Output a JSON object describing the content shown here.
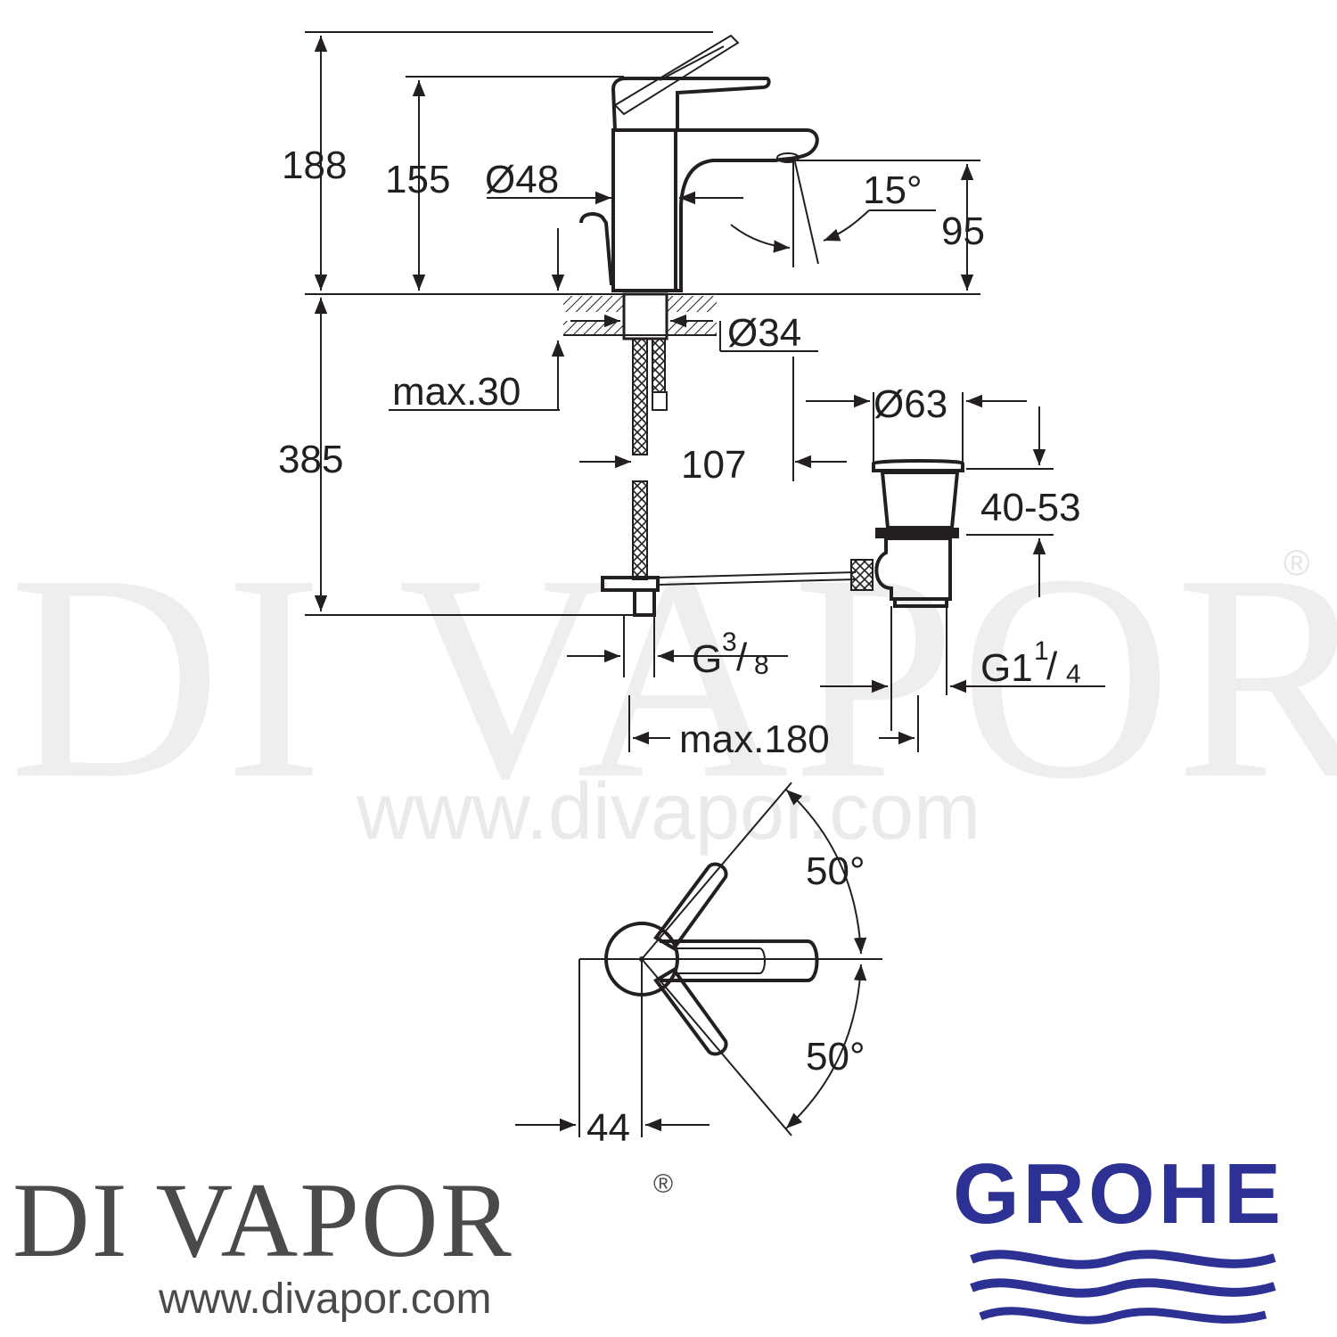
{
  "dimensions": {
    "total_height": "188",
    "spout_height": "155",
    "body_diameter": "Ø48",
    "spout_angle": "15°",
    "outlet_height": "95",
    "hole_diameter": "Ø34",
    "max_thickness": "max.30",
    "flex_length": "385",
    "spout_reach": "107",
    "waste_diameter": "Ø63",
    "waste_range": "40-53",
    "inlet_thread_main": "G",
    "inlet_thread_frac_num": "3",
    "inlet_thread_frac_den": "8",
    "waste_thread_main": "G1",
    "waste_thread_frac_num": "1",
    "waste_thread_frac_den": "4",
    "waste_max": "max.180",
    "lever_angle_up": "50°",
    "lever_angle_down": "50°",
    "lever_offset": "44"
  },
  "watermark": {
    "brand": "DI VAPOR",
    "registered": "®",
    "url": "www.divapor.com"
  },
  "footer": {
    "brand": "DI VAPOR",
    "registered": "®",
    "url": "www.divapor.com",
    "manufacturer": "GROHE",
    "manufacturer_color": "#2d3193"
  }
}
